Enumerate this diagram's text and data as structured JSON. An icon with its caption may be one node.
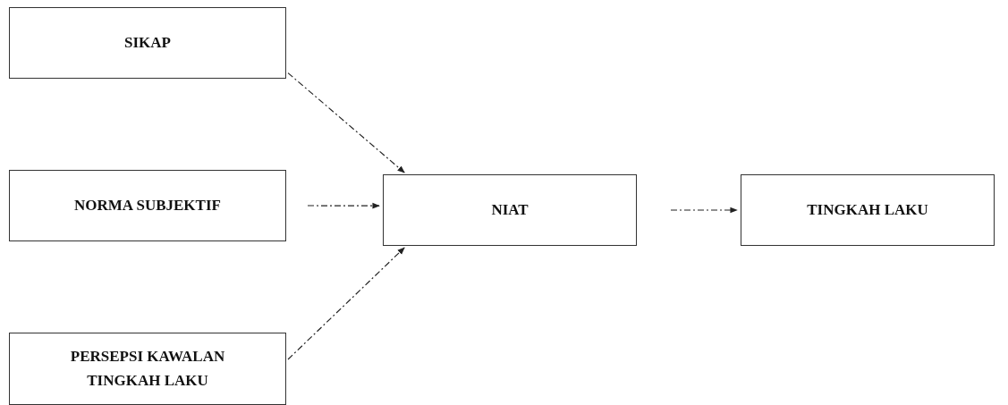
{
  "diagram": {
    "nodes": [
      {
        "text": [
          "SIKAP"
        ]
      },
      {
        "text": [
          "NORMA SUBJEKTIF"
        ]
      },
      {
        "text": [
          "PERSEPSI KAWALAN TINGKAH LAKU"
        ]
      },
      {
        "text": [
          "NIAT"
        ]
      },
      {
        "text": [
          "TINGKAH LAKU"
        ]
      }
    ],
    "edges": [
      {
        "from": 0,
        "to": 3,
        "arrow": "to",
        "style": "dashed"
      },
      {
        "from": 1,
        "to": 3,
        "arrow": "to",
        "style": "dashed"
      },
      {
        "from": 2,
        "to": 3,
        "arrow": "to",
        "style": "dashed"
      },
      {
        "from": 3,
        "to": 4,
        "arrow": "to",
        "style": "dashed"
      }
    ]
  }
}
